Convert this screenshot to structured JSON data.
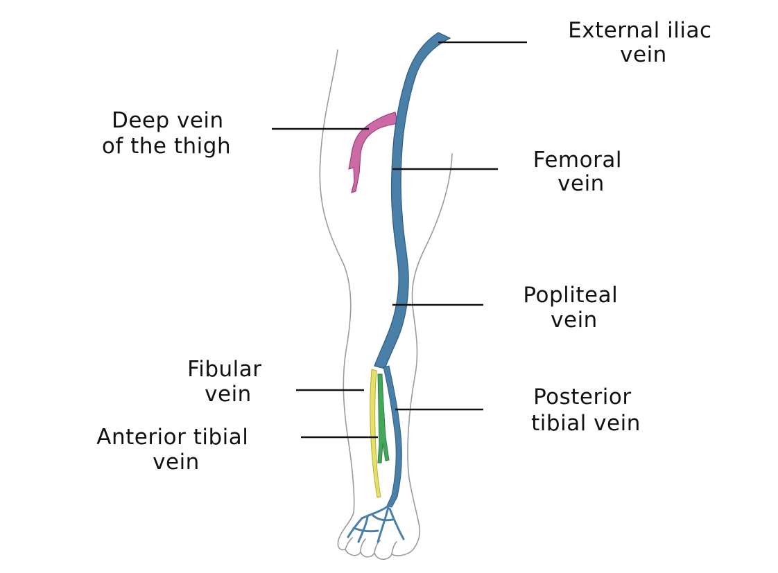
{
  "diagram": {
    "colors": {
      "main_vein": "#4a7fa8",
      "main_vein_edge": "#2f5f86",
      "deep_thigh_vein": "#cc6aa6",
      "fibular_vein": "#e6e06a",
      "anterior_tibial_vein": "#43a85a",
      "outline": "#9a9a9a",
      "text": "#111111"
    },
    "labels": {
      "external_iliac": [
        "External iliac",
        "vein"
      ],
      "deep_thigh": [
        "Deep vein",
        "of the thigh"
      ],
      "femoral": [
        "Femoral",
        "vein"
      ],
      "popliteal": [
        "Popliteal",
        "vein"
      ],
      "fibular": [
        "Fibular",
        "vein"
      ],
      "posterior_tibial": [
        "Posterior",
        "tibial vein"
      ],
      "anterior_tibial": [
        "Anterior tibial",
        "vein"
      ]
    }
  }
}
